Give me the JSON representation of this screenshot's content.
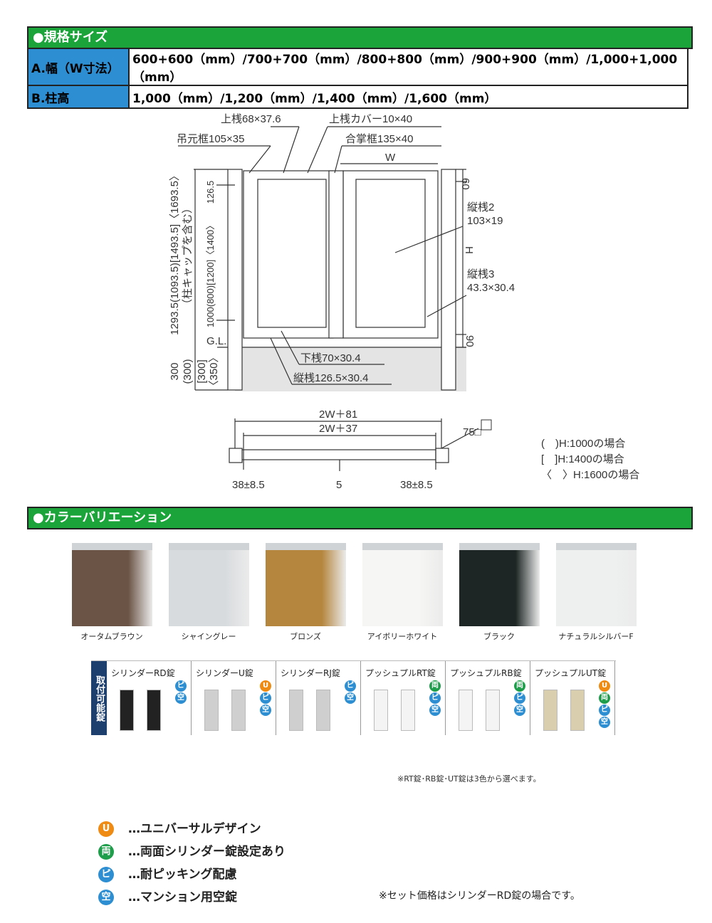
{
  "spec": {
    "title": "●規格サイズ",
    "rows": [
      {
        "key": "A.幅（W寸法）",
        "value": "600+600（mm）/700+700（mm）/800+800（mm）/900+900（mm）/1,000+1,000（mm）"
      },
      {
        "key": "B.柱高",
        "value": "1,000（mm）/1,200（mm）/1,400（mm）/1,600（mm）"
      }
    ]
  },
  "diagram": {
    "top_rail": "上桟68×37.6",
    "top_cover": "上桟カバー10×40",
    "hinge_frame": "吊元框105×35",
    "meeting_frame": "合掌框135×40",
    "w": "W",
    "dim60": "60",
    "stile2_a": "縦桟2",
    "stile2_b": "103×19",
    "h": "H",
    "stile3_a": "縦桟3",
    "stile3_b": "43.3×30.4",
    "dim90": "90",
    "bottom_rail": "下桟70×30.4",
    "stile": "縦桟126.5×30.4",
    "gl": "G.L.",
    "left_total": "1293.5(1093.5)[1493.5]〈1693.5〉",
    "left_note": "（柱キャップを含む）",
    "left_h": "1000(800)[1200]〈1400〉",
    "dim126": "126.5",
    "d300a": "300",
    "d300b": "(300)",
    "d300c": "[300]",
    "d350": "〈350〉",
    "plan_outer": "2W＋81",
    "plan_inner": "2W＋37",
    "post": "75□",
    "plan_l": "38±8.5",
    "plan_c": "5",
    "plan_r": "38±8.5",
    "legend": [
      "(　)H:1000の場合",
      "[　]H:1400の場合",
      "〈　〉H:1600の場合"
    ]
  },
  "colors": {
    "title": "●カラーバリエーション",
    "items": [
      {
        "name": "オータムブラウン",
        "hex": "#6b5446"
      },
      {
        "name": "シャイングレー",
        "hex": "#d8dbde"
      },
      {
        "name": "ブロンズ",
        "hex": "#b5863e"
      },
      {
        "name": "アイボリーホワイト",
        "hex": "#f6f6f4"
      },
      {
        "name": "ブラック",
        "hex": "#1d2624"
      },
      {
        "name": "ナチュラルシルバーF",
        "hex": "#eef0f0"
      }
    ]
  },
  "locks": {
    "side": "取付可能錠",
    "items": [
      {
        "name": "シリンダーRD錠",
        "badges": [
          "ピ",
          "空"
        ]
      },
      {
        "name": "シリンダーU錠",
        "badges": [
          "U",
          "ピ",
          "空"
        ]
      },
      {
        "name": "シリンダーRJ錠",
        "badges": [
          "ピ",
          "空"
        ]
      },
      {
        "name": "プッシュプルRT錠",
        "badges": [
          "両",
          "ピ",
          "空"
        ]
      },
      {
        "name": "プッシュプルRB錠",
        "badges": [
          "両",
          "ピ",
          "空"
        ]
      },
      {
        "name": "プッシュプルUT錠",
        "badges": [
          "U",
          "両",
          "ピ",
          "空"
        ]
      }
    ],
    "note": "※RT錠･RB錠･UT錠は3色から選べます。"
  },
  "legend": [
    {
      "badge": "U",
      "text": "…ユニバーサルデザイン"
    },
    {
      "badge": "両",
      "text": "…両面シリンダー錠設定あり"
    },
    {
      "badge": "ピ",
      "text": "…耐ピッキング配慮"
    },
    {
      "badge": "空",
      "text": "…マンション用空錠"
    }
  ],
  "price_note": "※セット価格はシリンダーRD錠の場合です。"
}
